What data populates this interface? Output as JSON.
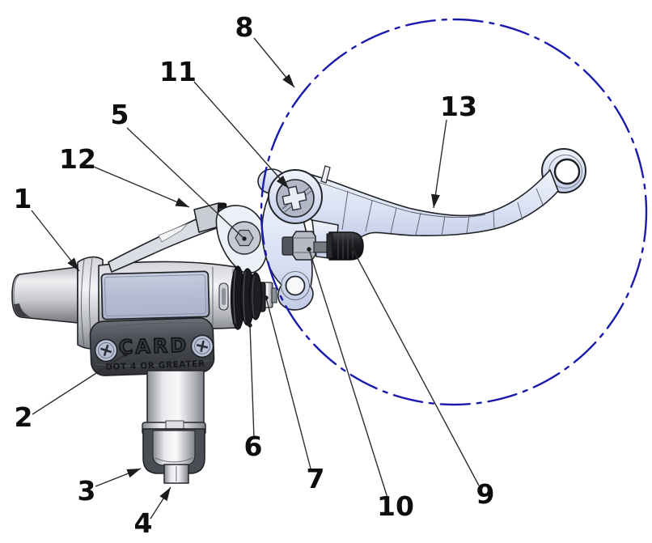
{
  "figure": {
    "kind": "technical-parts-diagram",
    "subject": "brake master cylinder and lever assembly",
    "brand_logo": "CARD",
    "cap_label": "DOT 4 OR GREATER",
    "colors": {
      "detail_circle": "#1a1aae",
      "lever_tint": "#d9e0f3",
      "cap_dark": "#46494f",
      "metal_light": "#e6e7eb",
      "outline": "#1f2126"
    },
    "callouts": [
      {
        "number": "1"
      },
      {
        "number": "2"
      },
      {
        "number": "3"
      },
      {
        "number": "4"
      },
      {
        "number": "5"
      },
      {
        "number": "6"
      },
      {
        "number": "7"
      },
      {
        "number": "8"
      },
      {
        "number": "9"
      },
      {
        "number": "10"
      },
      {
        "number": "11"
      },
      {
        "number": "12"
      },
      {
        "number": "13"
      }
    ]
  }
}
